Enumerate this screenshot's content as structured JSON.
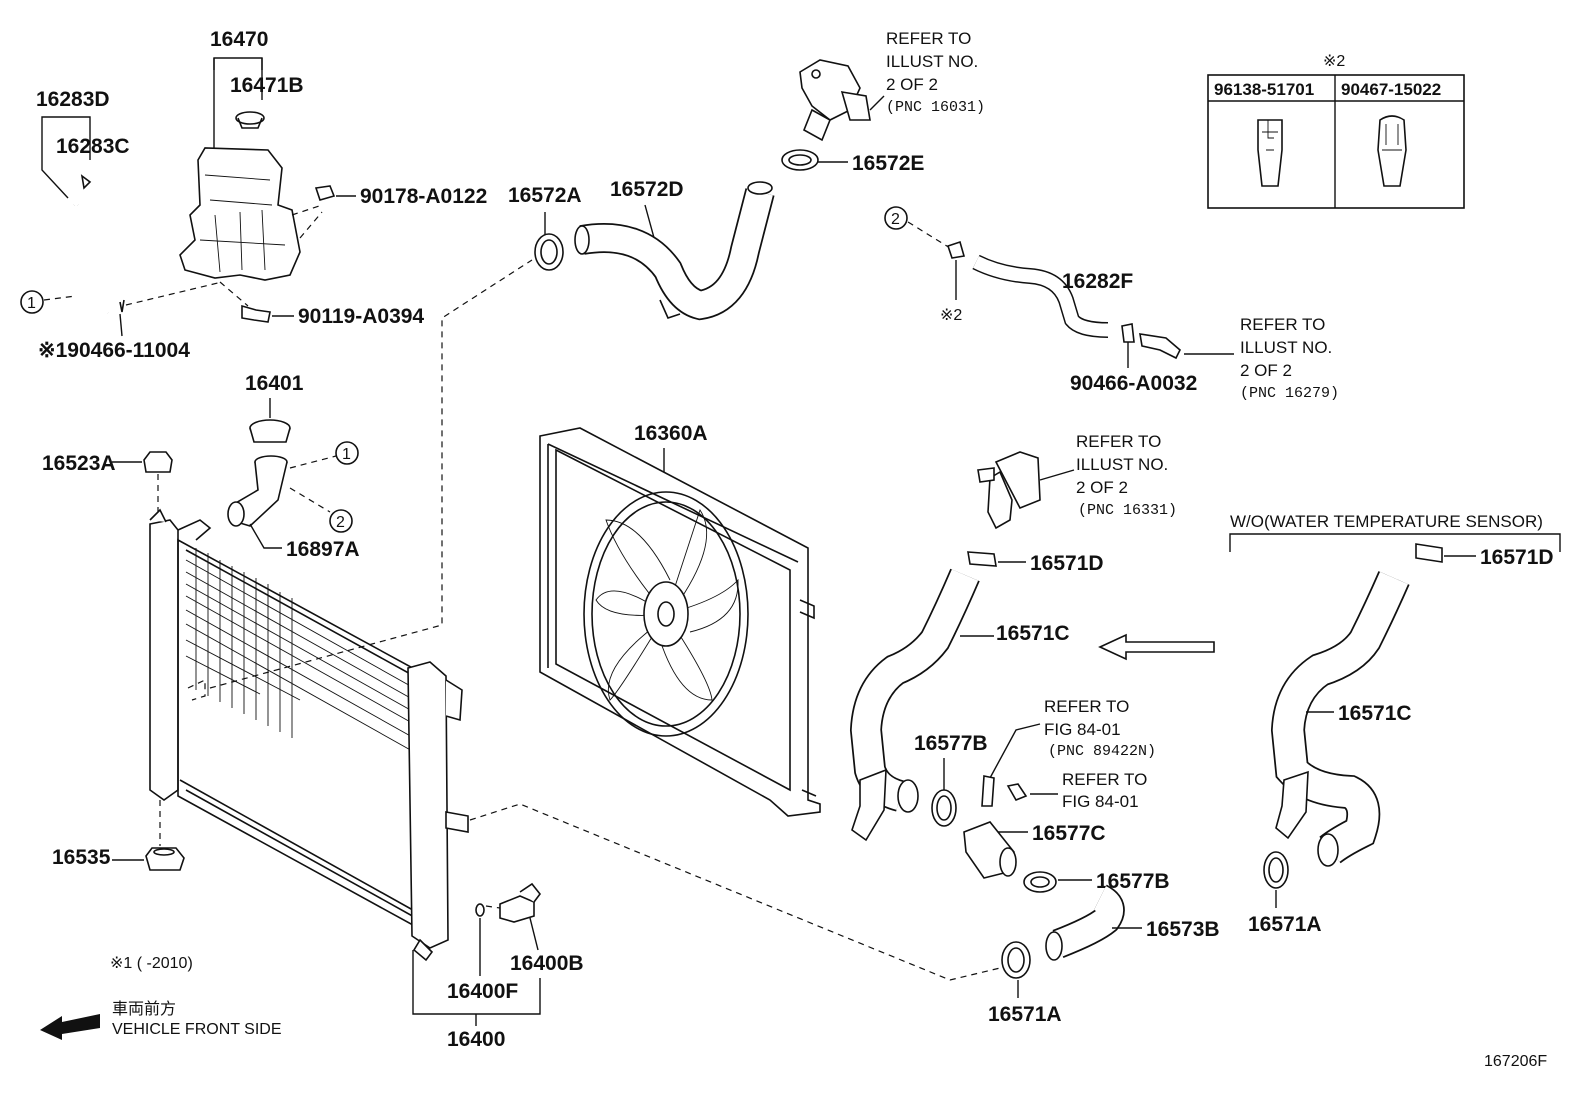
{
  "parts": {
    "p16470": "16470",
    "p16471B": "16471B",
    "p16283D": "16283D",
    "p16283C": "16283C",
    "p90178": "90178-A0122",
    "p90119": "90119-A0394",
    "p90466_11004": "※190466-11004",
    "p16572A": "16572A",
    "p16572D": "16572D",
    "p16572E": "16572E",
    "p16282F": "16282F",
    "p90466_A0032": "90466-A0032",
    "p16401": "16401",
    "p16523A": "16523A",
    "p16897A": "16897A",
    "p16360A": "16360A",
    "p16571D_main": "16571D",
    "p16571C_main": "16571C",
    "p16577B_top": "16577B",
    "p16577C": "16577C",
    "p16577B_bottom": "16577B",
    "p16573B": "16573B",
    "p16571A_main": "16571A",
    "p16535": "16535",
    "p16400B": "16400B",
    "p16400F": "16400F",
    "p16400": "16400",
    "p16571D_alt": "16571D",
    "p16571C_alt": "16571C",
    "p16571A_alt": "16571A"
  },
  "references": {
    "ref1": [
      "REFER TO",
      "ILLUST NO.",
      "2 OF 2",
      "(PNC 16031)"
    ],
    "ref2": [
      "REFER TO",
      "ILLUST NO.",
      "2 OF 2",
      "(PNC 16279)"
    ],
    "ref3": [
      "REFER TO",
      "ILLUST NO.",
      "2 OF 2",
      "(PNC 16331)"
    ],
    "ref4": [
      "REFER TO",
      "FIG 84-01",
      "(PNC 89422N)"
    ],
    "ref5": [
      "REFER TO",
      "FIG 84-01"
    ]
  },
  "markers": {
    "circle1": "1",
    "circle2": "2",
    "note2": "※2"
  },
  "table": {
    "title": "※2",
    "col1": "96138-51701",
    "col2": "90467-15022"
  },
  "variant_label": "W/O(WATER TEMPERATURE SENSOR)",
  "footnote": "※1 (       -2010)",
  "front_side": {
    "jp": "車両前方",
    "en": "VEHICLE FRONT SIDE"
  },
  "illustration_id": "167206F"
}
